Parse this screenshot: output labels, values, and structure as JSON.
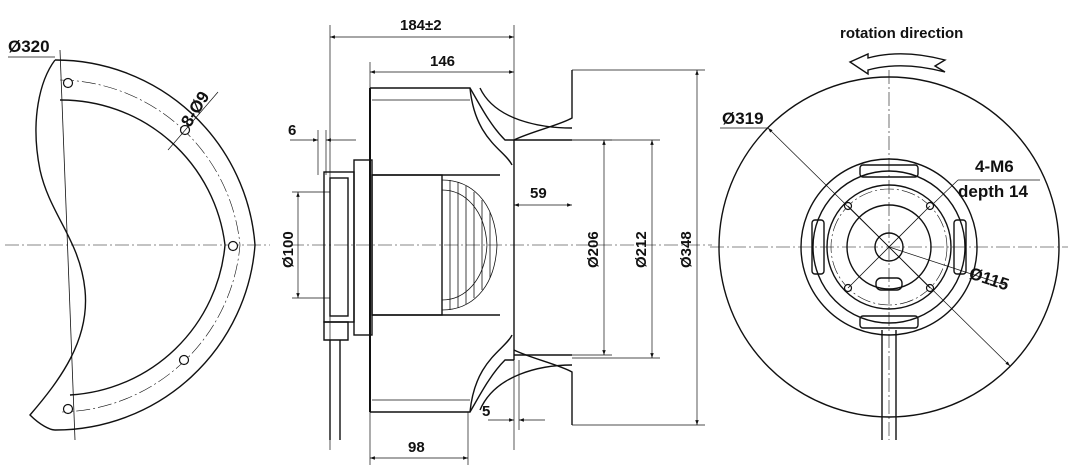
{
  "left_view": {
    "diameter_label": "Ø320",
    "holes_label": "8-Ø9"
  },
  "side_view": {
    "overall_length": "184±2",
    "impeller_length": "146",
    "flange_offset": "6",
    "motor_diameter": "Ø100",
    "inlet_depth": "59",
    "d206": "Ø206",
    "d212": "Ø212",
    "d348": "Ø348",
    "ring_thickness": "5",
    "base_length": "98"
  },
  "front_view": {
    "rotation_label": "rotation direction",
    "diameter_label": "Ø319",
    "thread_label": "4-M6",
    "depth_label": "depth 14",
    "bolt_circle_label": "Ø115"
  }
}
